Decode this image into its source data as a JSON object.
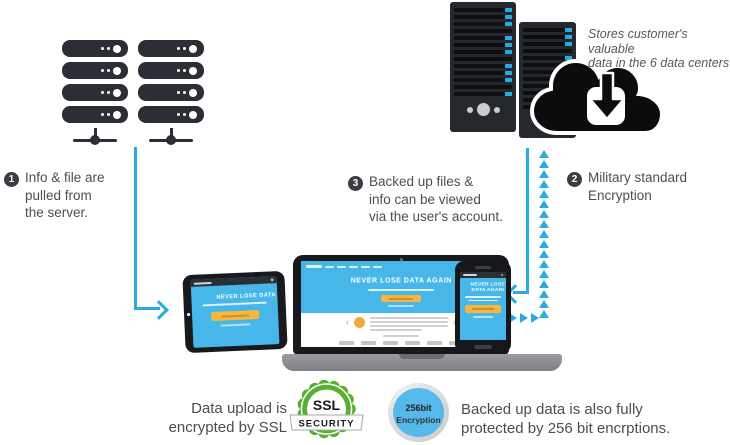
{
  "caption": {
    "lines": [
      "Stores customer's valuable",
      "data in the 6 data centers"
    ]
  },
  "steps": {
    "one": {
      "num": "1",
      "lines": [
        "Info & file are",
        "pulled from",
        "the server."
      ]
    },
    "two": {
      "num": "2",
      "lines": [
        "Military standard",
        "Encryption"
      ]
    },
    "three": {
      "num": "3",
      "lines": [
        "Backed up files &",
        "info  can be viewed",
        "via the user's account."
      ]
    }
  },
  "devices": {
    "headline": "NEVER LOSE DATA AGAIN",
    "phone_headline_lines": [
      "NEVER LOSE",
      "DATA AGAIN"
    ]
  },
  "badges": {
    "ssl": {
      "title": "SSL",
      "subtitle": "SECURITY"
    },
    "encryption": {
      "value": "256",
      "unit": "bit",
      "label": "Encryption"
    }
  },
  "footer": {
    "left_lines": [
      "Data upload is",
      "encrypted by SSL"
    ],
    "right_lines": [
      "Backed up data is also fully",
      "protected by 256 bit encrptions."
    ]
  },
  "colors": {
    "accent_cyan": "#29abe2",
    "device_screen_blue": "#47b7e9",
    "cta_yellow": "#f8b63e",
    "ssl_green": "#58b030",
    "hardware_dark": "#25282d",
    "text_gray": "#4c4e52"
  }
}
